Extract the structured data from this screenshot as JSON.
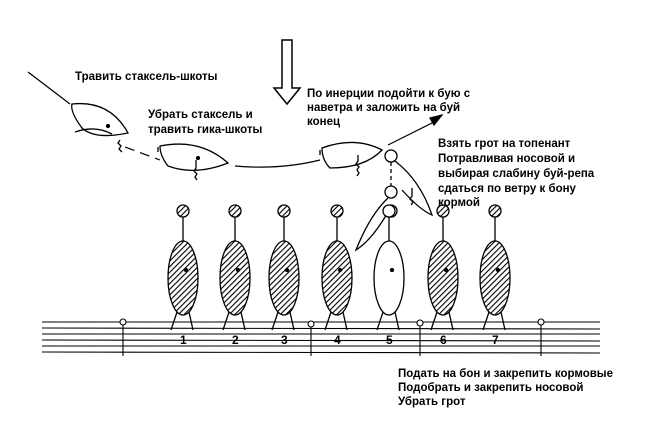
{
  "labels": {
    "step1": "Травить стаксель-шкоты",
    "step2_line1": "Убрать стаксель и",
    "step2_line2": "травить гика-шкоты",
    "step3_line1": "По инерции подойти к бую с",
    "step3_line2": "наветра и заложить на буй",
    "step3_line3": "конец",
    "step4_line1": "Взять грот на топенант",
    "step4_line2": "Потравливая носовой и",
    "step4_line3": "выбирая слабину буй-репа",
    "step4_line4": "сдаться по ветру к бону",
    "step4_line5": "кормой",
    "step5_line1": "Подать на бон и закрепить кормовые",
    "step5_line2": "Подобрать и закрепить носовой",
    "step5_line3": "Убрать грот"
  },
  "berths": [
    "1",
    "2",
    "3",
    "4",
    "5",
    "6",
    "7"
  ],
  "colors": {
    "ink": "#000000",
    "background": "#ffffff"
  }
}
